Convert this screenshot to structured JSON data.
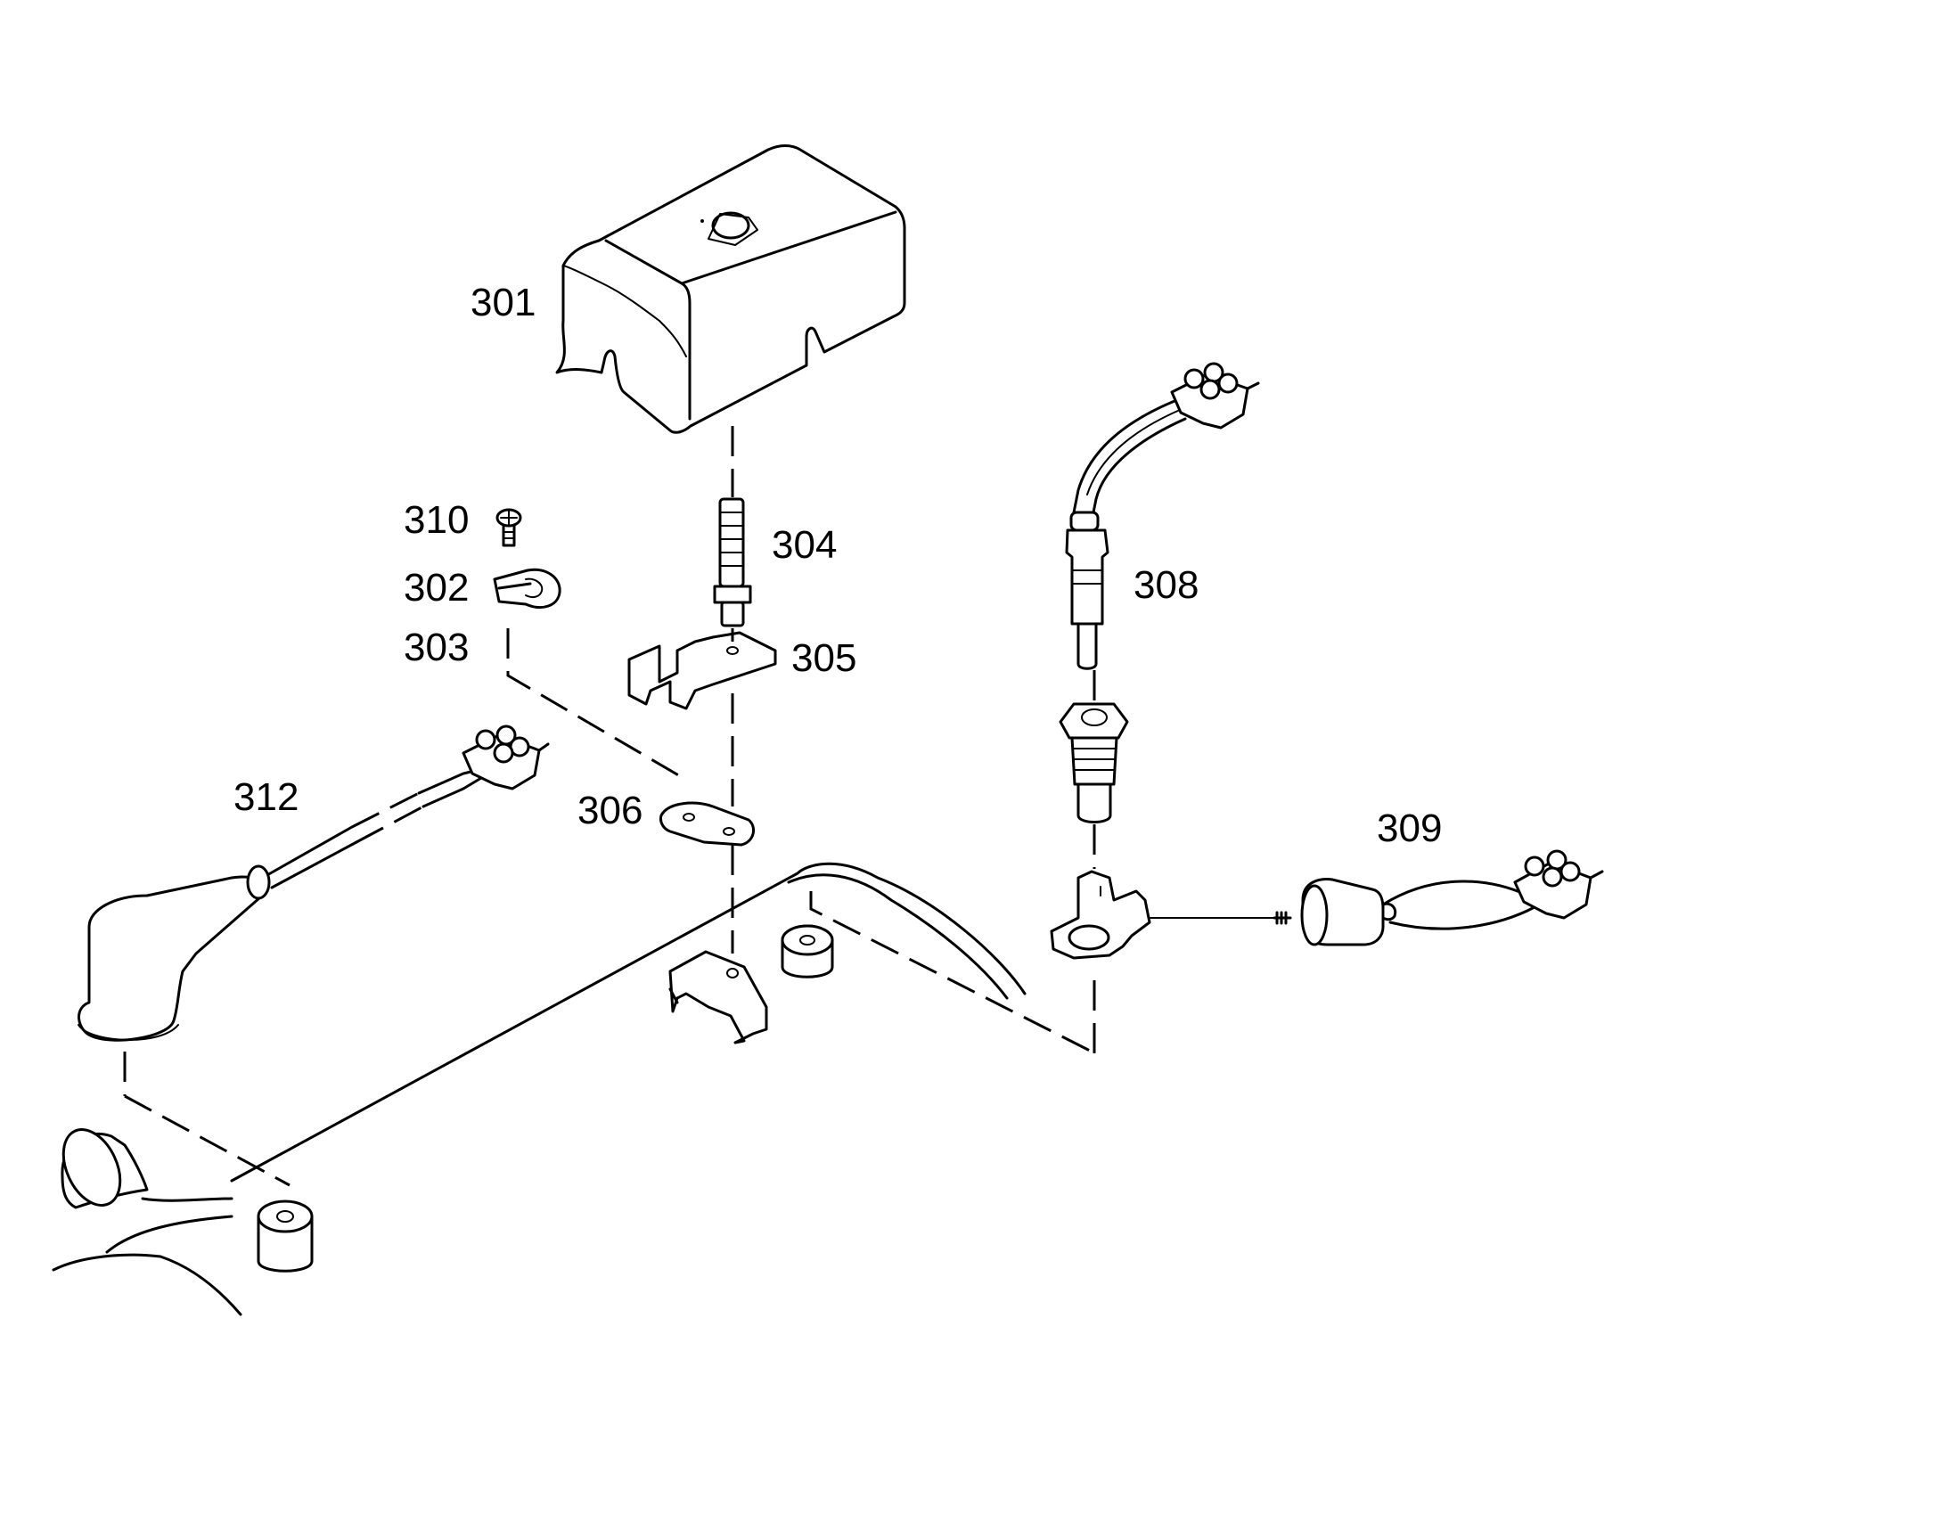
{
  "diagram": {
    "labels": {
      "p301": "301",
      "p302": "302",
      "p303": "303",
      "p304": "304",
      "p305": "305",
      "p306": "306",
      "p308": "308",
      "p309": "309",
      "p310": "310",
      "p312": "312"
    },
    "colors": {
      "line": "#000000",
      "background": "#ffffff"
    }
  }
}
